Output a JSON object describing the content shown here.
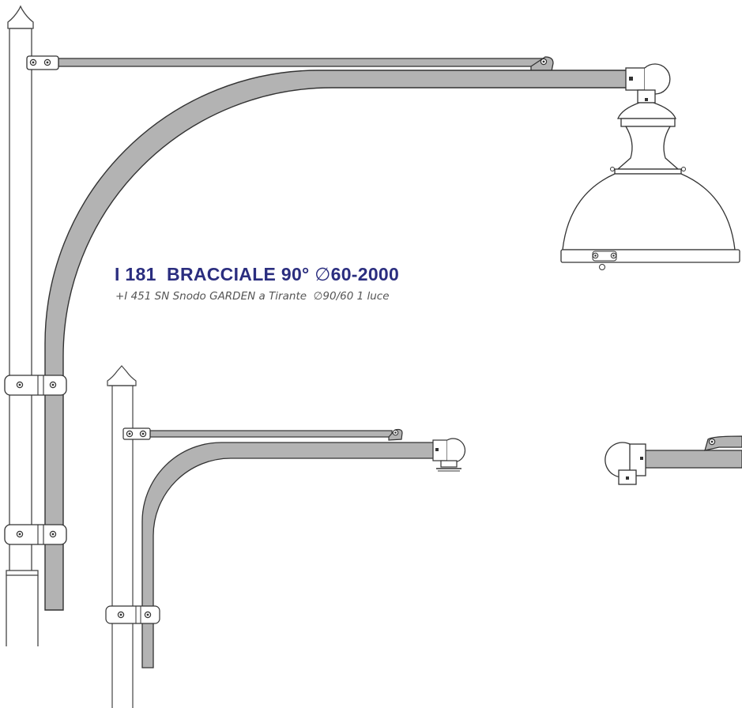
{
  "product": {
    "code": "I 181",
    "name": "BRACCIALE 90°",
    "diameter_symbol": "∅",
    "spec": "60-2000",
    "accessory_prefix": "+I 451 SN Snodo GARDEN a Tirante",
    "accessory_spec": "∅90/60 1 luce"
  },
  "colors": {
    "title": "#2b2e7f",
    "arm_fill": "#b3b3b3",
    "outline": "#333333"
  },
  "icons": [
    "pole-finial-icon",
    "pole-clamp-icon",
    "lantern-lamp-icon",
    "arm-joint-icon"
  ]
}
